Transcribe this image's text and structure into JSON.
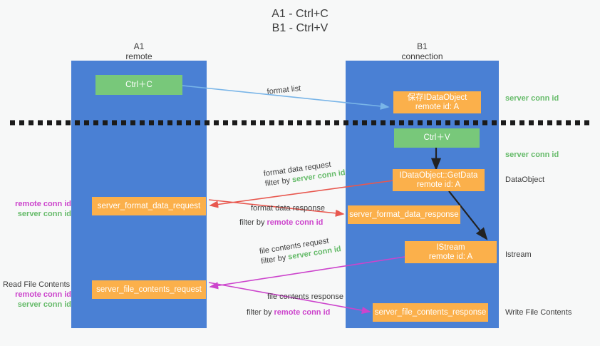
{
  "title": "A1 - Ctrl+C\nB1 - Ctrl+V",
  "lanes": [
    {
      "name": "A1",
      "sub": "remote"
    },
    {
      "name": "B1",
      "sub": "connection"
    }
  ],
  "nodes": {
    "ctrl_c": {
      "label": "Ctrl＋C"
    },
    "save_dataobject": {
      "line1": "保存IDataObject",
      "line2": "remote id: A"
    },
    "ctrl_v": {
      "label": "Ctrl＋V"
    },
    "getdata": {
      "line1": "IDataObject::GetData",
      "line2": "remote id: A"
    },
    "istream": {
      "line1": "IStream",
      "line2": "remote id: A"
    },
    "fmt_req": {
      "label": "server_format_data_request"
    },
    "fmt_resp": {
      "label": "server_format_data_response"
    },
    "file_req": {
      "label": "server_file_contents_request"
    },
    "file_resp": {
      "label": "server_file_contents_response"
    }
  },
  "right_labels": {
    "server_conn_id_1": "server conn id",
    "server_conn_id_2": "server conn id",
    "dataobject": "DataObject",
    "istream": "Istream",
    "write_file_contents": "Write File Contents"
  },
  "left_labels": {
    "remote_conn_id_1": "remote conn id",
    "server_conn_id_1": "server conn id",
    "read_file_contents": "Read File Contents",
    "remote_conn_id_2": "remote conn id",
    "server_conn_id_2": "server conn id"
  },
  "edge_labels": {
    "format_list": "format list",
    "format_data_request": "format data request",
    "format_data_request_filter_prefix": "filter by ",
    "format_data_request_filter_key": "server conn id",
    "format_data_response": "format data response",
    "format_data_response_filter_prefix": "filter by ",
    "format_data_response_filter_key": "remote conn id",
    "file_contents_request": "file contents request",
    "file_contents_request_filter_prefix": "filter by ",
    "file_contents_request_filter_key": "server conn id",
    "file_contents_response": "file contents response",
    "file_contents_response_filter_prefix": "filter by ",
    "file_contents_response_filter_key": "remote conn id"
  },
  "colors": {
    "lane": "#4a80d4",
    "orange": "#fbb04b",
    "green_box": "#78c87a",
    "green_text": "#66bb6a",
    "purple_text": "#cc44cc",
    "arrow_blue": "#79b5e8",
    "arrow_red": "#e8584f",
    "arrow_magenta": "#cc44cc",
    "arrow_black": "#222222",
    "background": "#f7f8f8"
  }
}
